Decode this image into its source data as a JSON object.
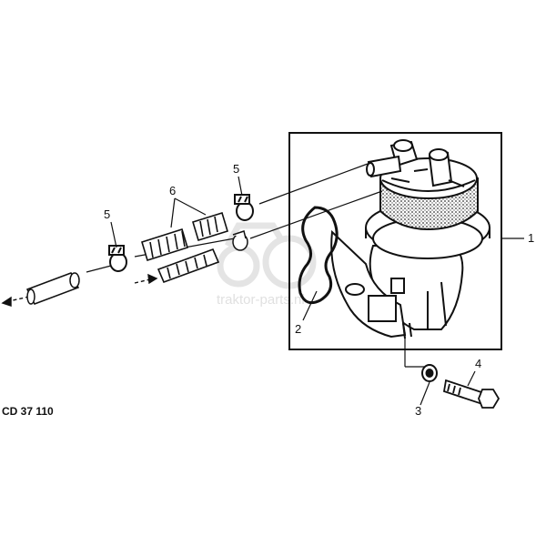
{
  "diagram": {
    "figure_code": "CD 37 110",
    "watermark_text": "traktor-parts.nl",
    "callouts": [
      {
        "id": "c1",
        "label": "1"
      },
      {
        "id": "c2",
        "label": "2"
      },
      {
        "id": "c3",
        "label": "3"
      },
      {
        "id": "c4",
        "label": "4"
      },
      {
        "id": "c5a",
        "label": "5"
      },
      {
        "id": "c5b",
        "label": "5"
      },
      {
        "id": "c6",
        "label": "6"
      }
    ]
  }
}
